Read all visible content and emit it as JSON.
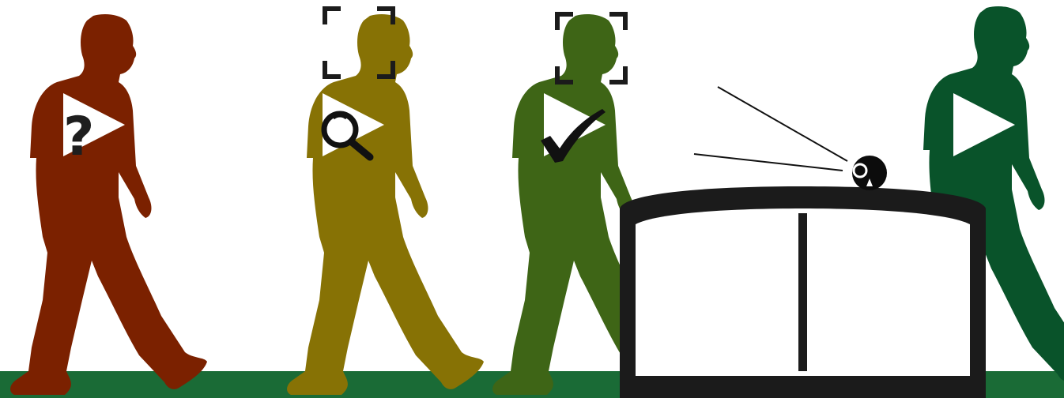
{
  "scene": {
    "background": "#ffffff",
    "ground_color": "#1a6b36",
    "stages": [
      {
        "id": "unidentified",
        "color": "#7b2100",
        "marker": "question-mark",
        "text": "?"
      },
      {
        "id": "scanning",
        "color": "#877205",
        "marker": "magnifier",
        "text": ""
      },
      {
        "id": "verified",
        "color": "#3e6516",
        "marker": "checkmark",
        "text": ""
      },
      {
        "id": "passed",
        "color": "#09532a",
        "marker": "none",
        "text": ""
      }
    ],
    "gate_color": "#1b1b1b",
    "camera_color": "#0c0c0c",
    "focus_bracket_color": "#1b1b1b"
  }
}
